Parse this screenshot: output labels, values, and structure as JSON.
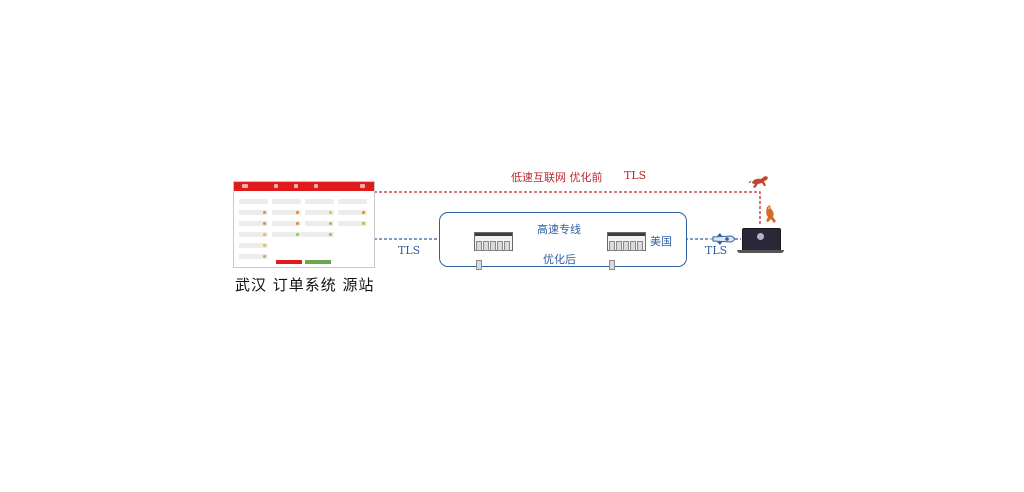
{
  "diagram": {
    "top_route_label": "低速互联网 优化前",
    "top_route_protocol": "TLS",
    "left_protocol": "TLS",
    "right_protocol": "TLS",
    "box_title": "高速专线",
    "box_subtitle": "优化后",
    "destination_label": "美国",
    "origin_caption": "武汉 订单系统 源站"
  },
  "colors": {
    "slow_route": "#c0272d",
    "fast_route": "#2e5fa3",
    "page_header": "#e11b1b"
  },
  "icons": [
    "web-page-mockup-icon",
    "server-icon",
    "rocket-icon",
    "laptop-icon",
    "horse-icon",
    "fallen-horse-icon"
  ]
}
